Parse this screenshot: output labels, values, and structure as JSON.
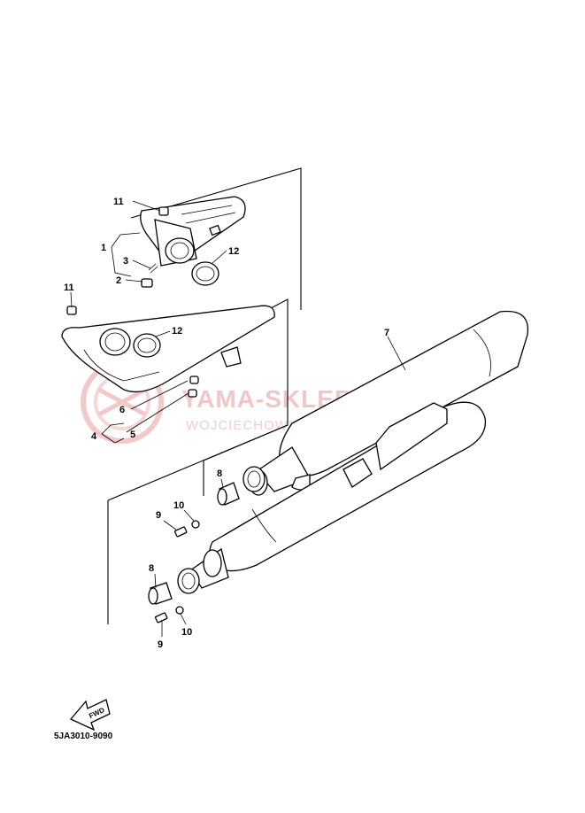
{
  "watermark": {
    "brand": "YAMA-SKLEP.PL",
    "tagline": "WOJCIECHOWICZ | DEALER YAMAHA"
  },
  "callouts": {
    "c1": "1",
    "c2": "2",
    "c3": "3",
    "c4": "4",
    "c5": "5",
    "c6": "6",
    "c7": "7",
    "c8a": "8",
    "c8b": "8",
    "c9a": "9",
    "c9b": "9",
    "c10a": "10",
    "c10b": "10",
    "c11a": "11",
    "c11b": "11",
    "c12a": "12",
    "c12b": "12"
  },
  "fwd_label": "FWD",
  "catalog_code": "5JA3010-9090"
}
